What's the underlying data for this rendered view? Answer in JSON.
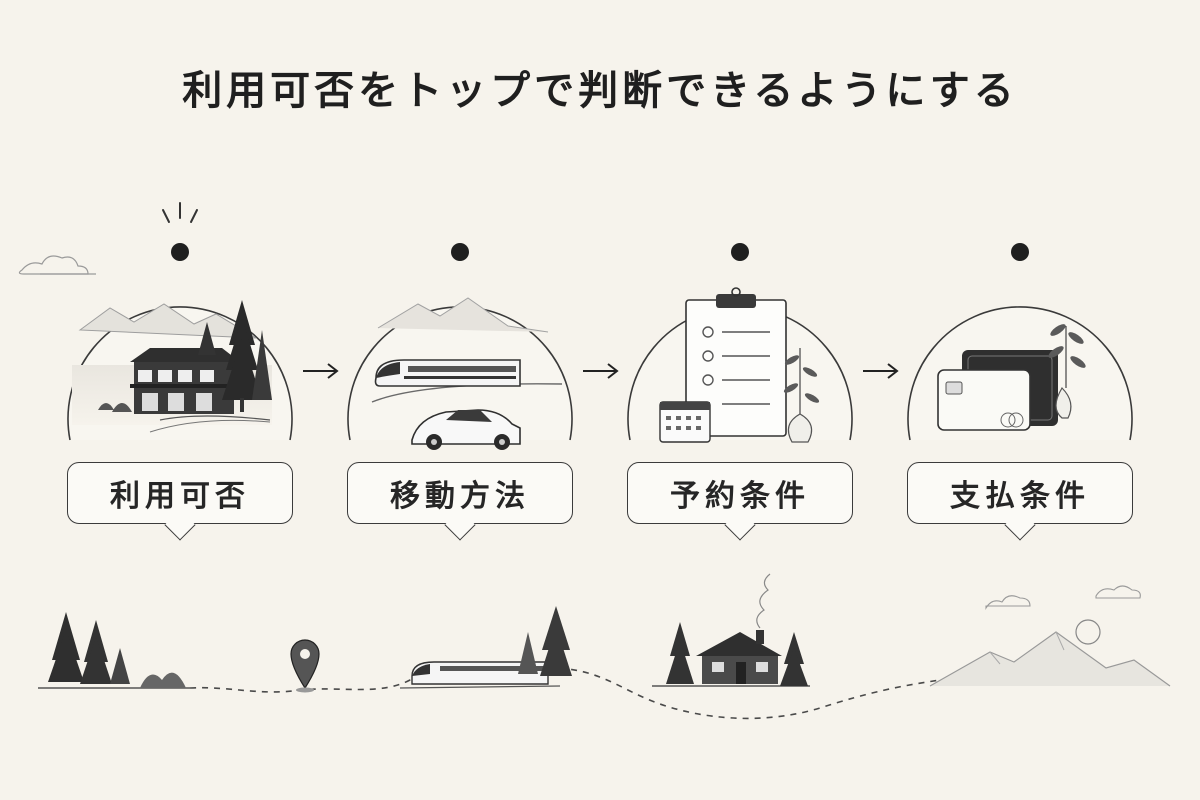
{
  "title": "利用可否をトップで判断できるようにする",
  "steps": [
    {
      "label": "利用可否",
      "illustration": "house-icon"
    },
    {
      "label": "移動方法",
      "illustration": "train-car-icon"
    },
    {
      "label": "予約条件",
      "illustration": "clipboard-calendar-icon"
    },
    {
      "label": "支払条件",
      "illustration": "wallet-card-icon"
    }
  ],
  "flow": {
    "arrow": "arrow-right-icon",
    "marker": "map-pin-icon"
  },
  "colors": {
    "background": "#f6f3ec",
    "ink": "#222222",
    "line": "#3b3b3b"
  }
}
